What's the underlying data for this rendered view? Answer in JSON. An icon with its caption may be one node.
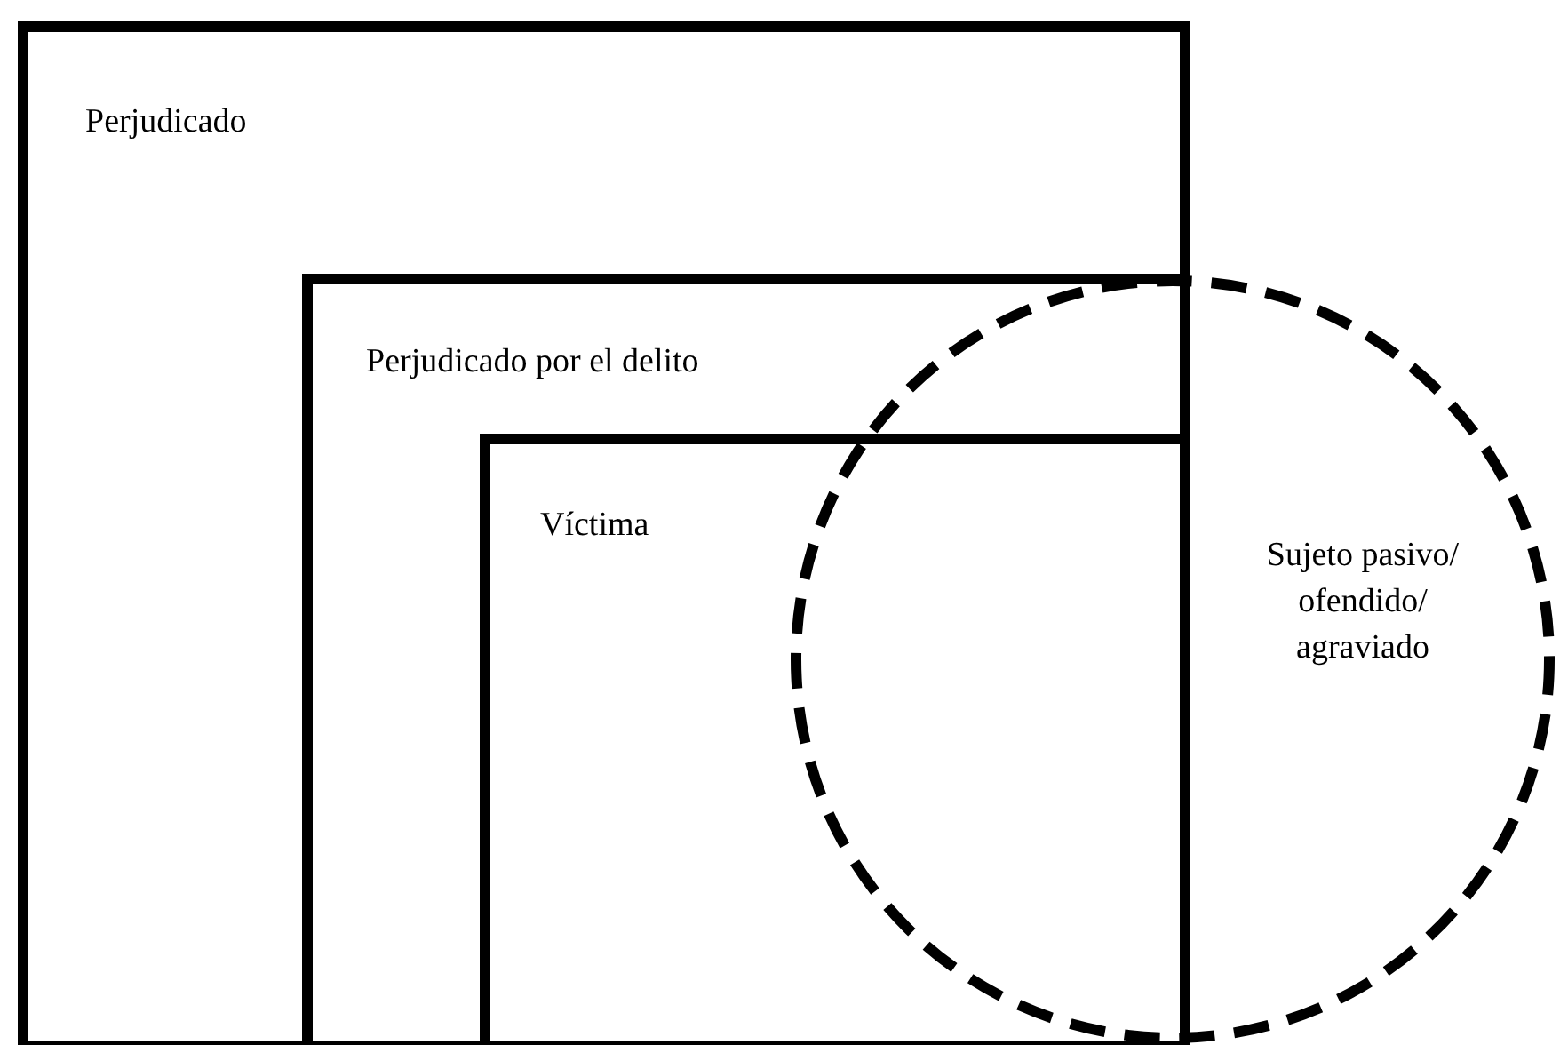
{
  "diagram": {
    "nodes": [
      {
        "text": [
          "Perjudicado"
        ]
      },
      {
        "text": [
          "Perjudicado por el delito"
        ],
        "in": 0
      },
      {
        "text": [
          "Víctima"
        ],
        "in": 1
      },
      {
        "text": [
          "Sujeto pasivo/ ofendido/ agraviado"
        ]
      }
    ]
  }
}
